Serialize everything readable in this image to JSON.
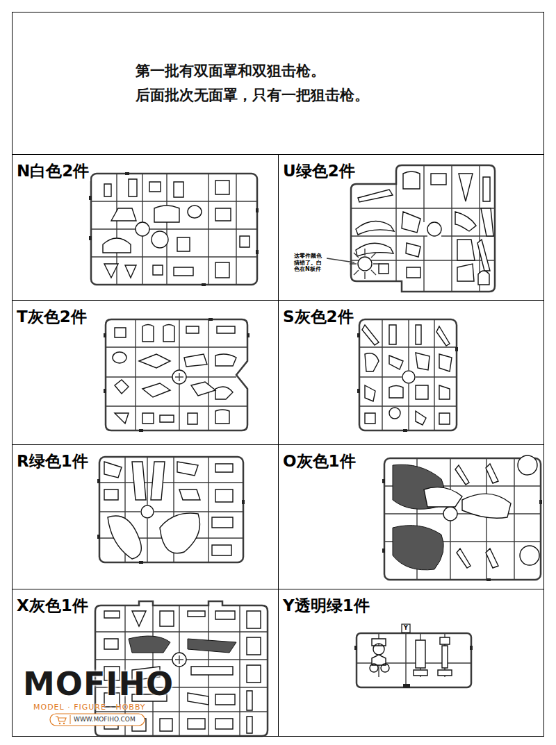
{
  "diagram": {
    "nodes": [
      {
        "text": [
          "第一批有双面罩和双狙击枪。",
          "后面批次无面罩，只有一把狙击枪。"
        ]
      },
      {
        "text": [
          "N白色2件"
        ]
      },
      {
        "text": [
          "U绿色2件"
        ]
      },
      {
        "text": [
          "T灰色2件"
        ]
      },
      {
        "text": [
          "S灰色2件"
        ]
      },
      {
        "text": [
          "R绿色1件"
        ]
      },
      {
        "text": [
          "O灰色1件"
        ]
      },
      {
        "text": [
          "X灰色1件"
        ]
      },
      {
        "text": [
          "Y透明绿1件"
        ]
      }
    ],
    "labels": [
      "这零件颜色搞错了。白色在N板件",
      "Y",
      "MOFIHO",
      "MODEL · FIGURE · HOBBY",
      "WWW.MOFIHO.COM"
    ]
  }
}
